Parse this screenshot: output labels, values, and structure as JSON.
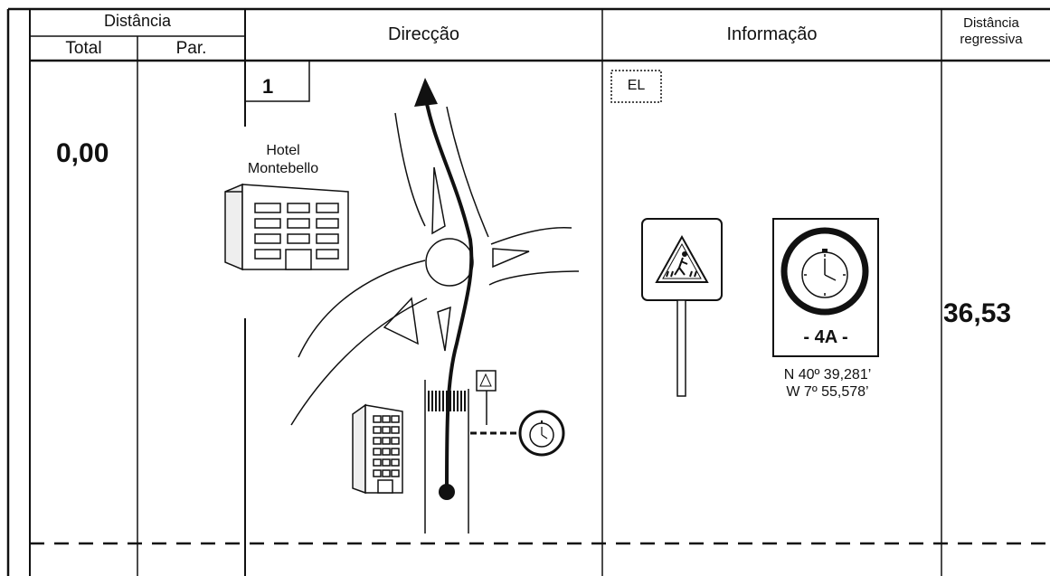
{
  "header": {
    "distancia_group": "Distância",
    "total": "Total",
    "parcial": "Par.",
    "direccao": "Direcção",
    "informacao": "Informação",
    "regressiva_line1": "Distância",
    "regressiva_line2": "regressiva"
  },
  "row": {
    "total_distance": "0,00",
    "reference_number": "1",
    "landmark_line1": "Hotel",
    "landmark_line2": "Montebello",
    "info_tag": "EL",
    "control_code": "- 4A -",
    "gps_lat": "N 40º 39,281’",
    "gps_lon": "W 7º 55,578’",
    "regressive_distance": "36,53"
  },
  "icons": [
    "hotel-building-icon",
    "roundabout-diagram",
    "pedestrian-crossing-sign-icon",
    "stopwatch-control-icon",
    "tower-building-icon"
  ]
}
